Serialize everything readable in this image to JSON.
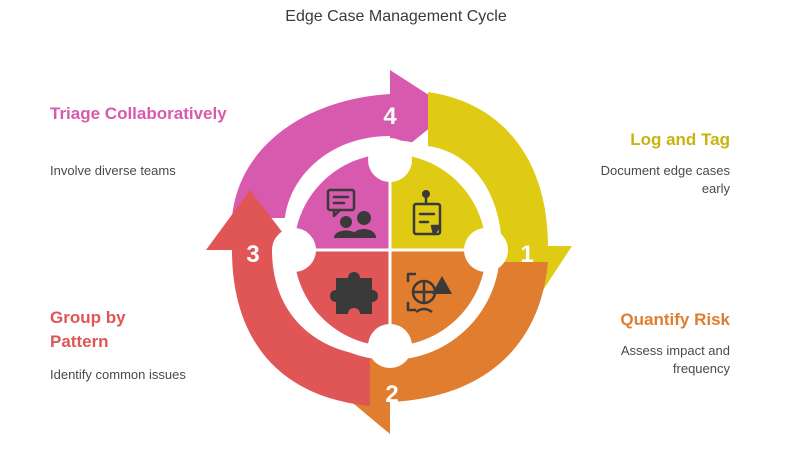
{
  "title": "Edge Case Management Cycle",
  "steps": [
    {
      "number": "1",
      "label": "Log and Tag",
      "description": "Document edge cases early",
      "color": "#dfcb14",
      "icon": "clipboard-pin-icon"
    },
    {
      "number": "2",
      "label": "Quantify Risk",
      "description": "Assess impact and frequency",
      "color": "#e07d2e",
      "icon": "risk-target-warning-icon"
    },
    {
      "number": "3",
      "label": "Group by Pattern",
      "description": "Identify common issues",
      "color": "#e05555",
      "icon": "puzzle-piece-icon"
    },
    {
      "number": "4",
      "label": "Triage Collaboratively",
      "description": "Involve diverse teams",
      "color": "#d85aae",
      "icon": "team-discussion-icon"
    }
  ]
}
